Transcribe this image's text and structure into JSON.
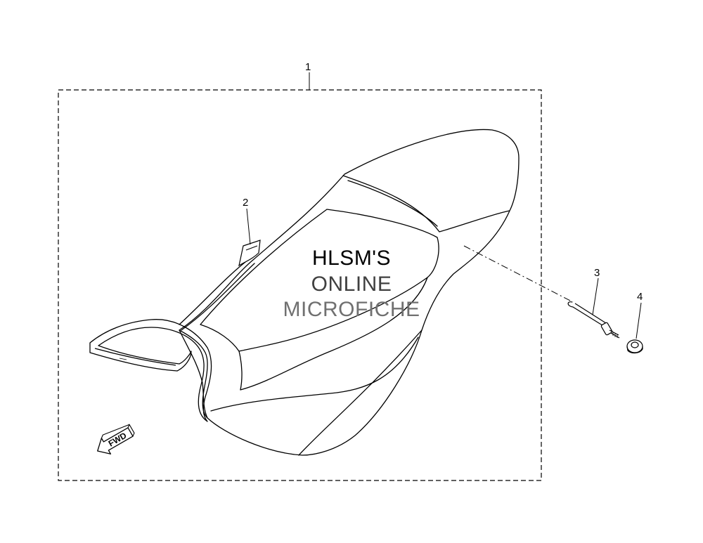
{
  "callouts": [
    {
      "number": "1"
    },
    {
      "number": "2"
    },
    {
      "number": "3"
    },
    {
      "number": "4"
    }
  ],
  "direction_arrow": {
    "label": "FWD"
  },
  "watermark": {
    "line1": "HLSM'S",
    "line2": "ONLINE",
    "line3": "MICROFICHE"
  },
  "colors": {
    "line": "#000000",
    "watermark_line1": "#000000",
    "watermark_line2": "#404040",
    "watermark_line3": "#707070"
  }
}
